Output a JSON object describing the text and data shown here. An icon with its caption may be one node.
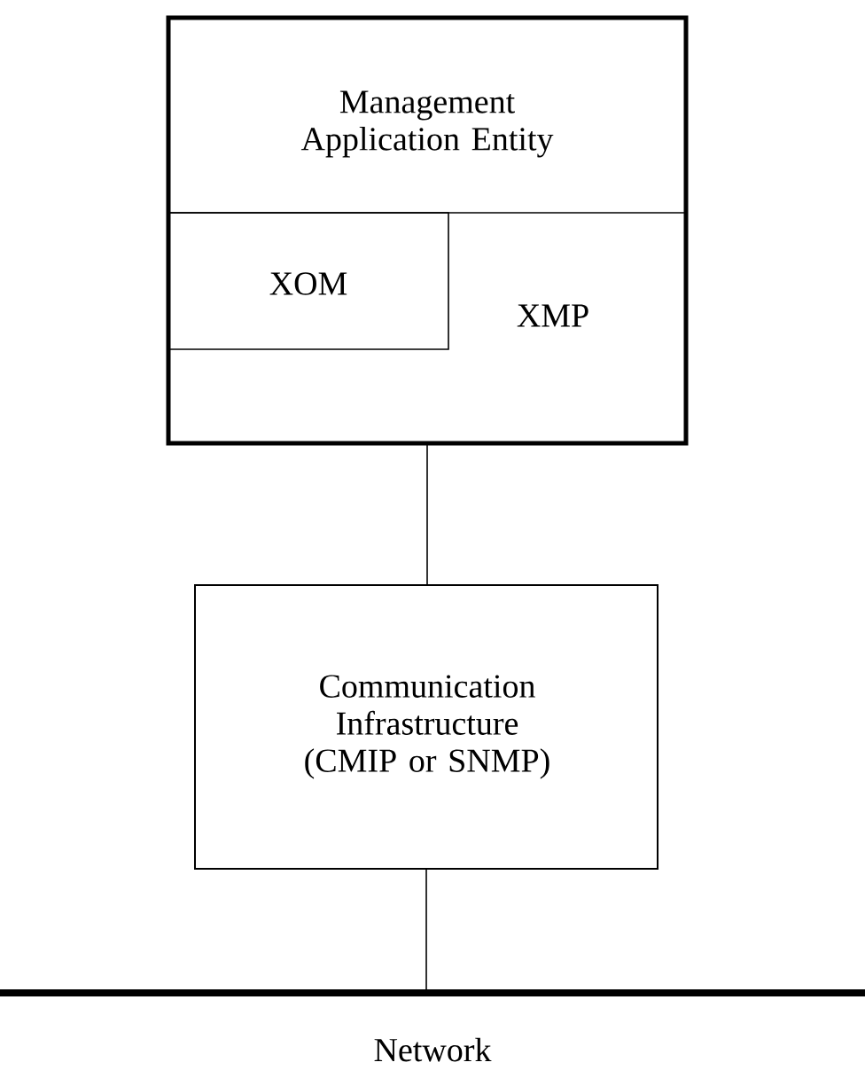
{
  "diagram": {
    "nodes": [
      {
        "text": [
          "Management Application Entity"
        ]
      },
      {
        "text": [
          "XMP"
        ],
        "in": 0
      },
      {
        "text": [
          "XOM"
        ],
        "in": 1
      },
      {
        "text": [
          "Communication Infrastructure (CMIP or SNMP)"
        ]
      },
      {
        "text": [
          "Network"
        ]
      }
    ],
    "edges": [
      {
        "from": 0,
        "to": 3,
        "arrow": "none"
      },
      {
        "from": 3,
        "to": 4,
        "arrow": "none"
      }
    ]
  }
}
